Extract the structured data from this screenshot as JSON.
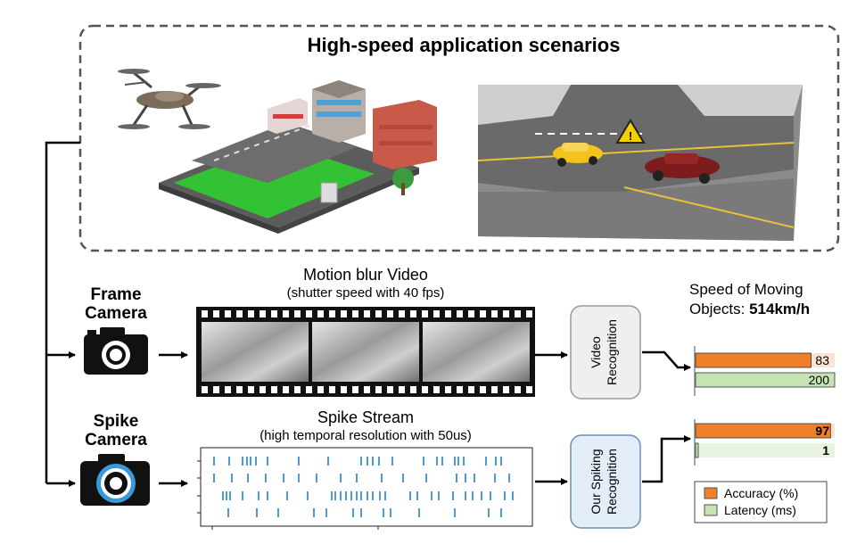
{
  "scenarios": {
    "title": "High-speed application scenarios"
  },
  "frame_camera": {
    "label_line1": "Frame",
    "label_line2": "Camera"
  },
  "spike_camera": {
    "label_line1": "Spike",
    "label_line2": "Camera"
  },
  "motion_blur": {
    "title": "Motion blur Video",
    "subtitle": "(shutter speed with 40 fps)"
  },
  "spike_stream": {
    "title": "Spike Stream",
    "subtitle": "(high temporal resolution with 50us)"
  },
  "video_recognition": {
    "line1": "Video",
    "line2": "Recognition"
  },
  "spiking_recognition": {
    "line1": "Our Spiking",
    "line2": "Recognition"
  },
  "speed": {
    "line1": "Speed of Moving",
    "line2_prefix": "Objects: ",
    "line2_value": "514km/h"
  },
  "colors": {
    "accuracy": "#f07f2a",
    "accuracy_bg": "#fbe3d3",
    "latency": "#c6e3b4",
    "latency_bg": "#e8f3e0",
    "spike": "#3a8fd6",
    "dash_border": "#555555"
  },
  "chart_data": [
    {
      "type": "bar",
      "title": "",
      "categories": [
        "Accuracy (%)",
        "Latency (ms)"
      ],
      "series": [
        {
          "name": "Video Recognition",
          "values": [
            83,
            200
          ]
        }
      ],
      "labels": [
        "83",
        "200"
      ]
    },
    {
      "type": "bar",
      "title": "",
      "categories": [
        "Accuracy (%)",
        "Latency (ms)"
      ],
      "series": [
        {
          "name": "Our Spiking Recognition",
          "values": [
            97,
            1
          ]
        }
      ],
      "labels": [
        "97",
        "1"
      ]
    }
  ],
  "legend": {
    "accuracy": "Accuracy (%)",
    "latency": "Latency (ms)"
  }
}
